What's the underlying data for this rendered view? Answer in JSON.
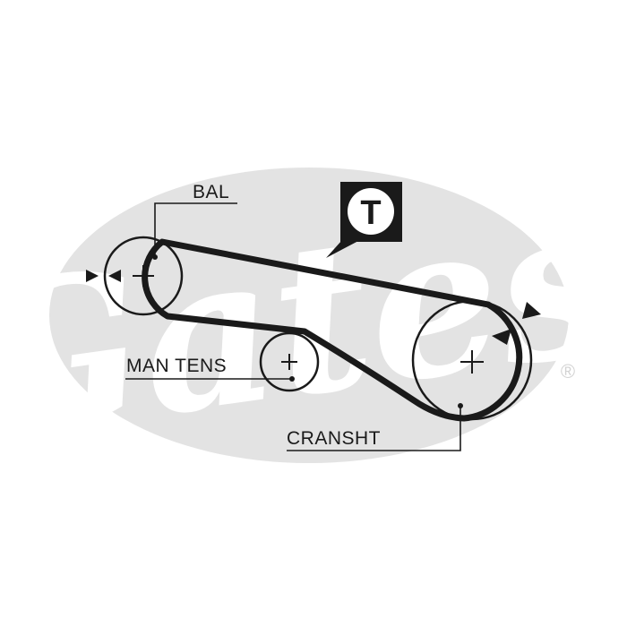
{
  "labels": {
    "bal": "BAL",
    "man_tens": "MAN TENS",
    "cranksht": "CRANSHT"
  },
  "badge": {
    "letter": "T",
    "icon": "tensioner-badge-icon"
  },
  "watermark": {
    "brand": "Gates",
    "registered": "®"
  },
  "colors": {
    "ink": "#1a1a1a",
    "watermark": "#e3e3e3",
    "watermark_text": "#ffffff",
    "background": "#ffffff"
  }
}
